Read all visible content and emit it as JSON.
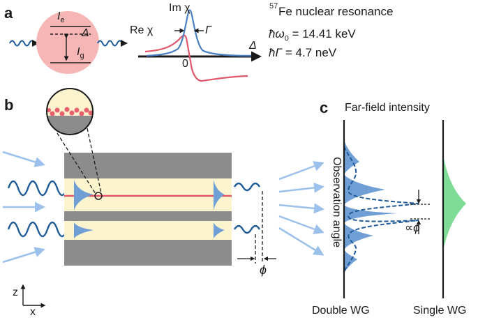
{
  "panels": {
    "a": "a",
    "b": "b",
    "c": "c"
  },
  "panel_a": {
    "excited_level": "I",
    "excited_sub": "e",
    "ground_level": "I",
    "ground_sub": "g",
    "detuning": "Δ",
    "im_label": "Im χ",
    "re_label": "Re χ",
    "width_label": "Γ",
    "axis_label": "Δ",
    "origin": "0",
    "resonance_mass": "57",
    "resonance_title": "Fe nuclear resonance",
    "energy_label": "ħω",
    "energy_sub": "0",
    "energy_value": " = 14.41 keV",
    "width_value_label": "ħΓ",
    "width_value": " = 4.7 neV"
  },
  "panel_b": {
    "phase_label": "ϕ",
    "axis_z": "z",
    "axis_x": "x"
  },
  "panel_c": {
    "title": "Far-field intensity",
    "observation_angle": "Observation angle",
    "proportional_label": "∝ϕ",
    "double_wg": "Double WG",
    "single_wg": "Single WG"
  },
  "colors": {
    "dark_blue": "#1f5a99",
    "light_blue": "#9cc0ec",
    "fill_blue": "#6f9fd4",
    "red": "#e0566b",
    "pink": "#f7b6b6",
    "cream": "#fcf3cf",
    "gray": "#8c8c8c",
    "green": "#7fdc97"
  }
}
